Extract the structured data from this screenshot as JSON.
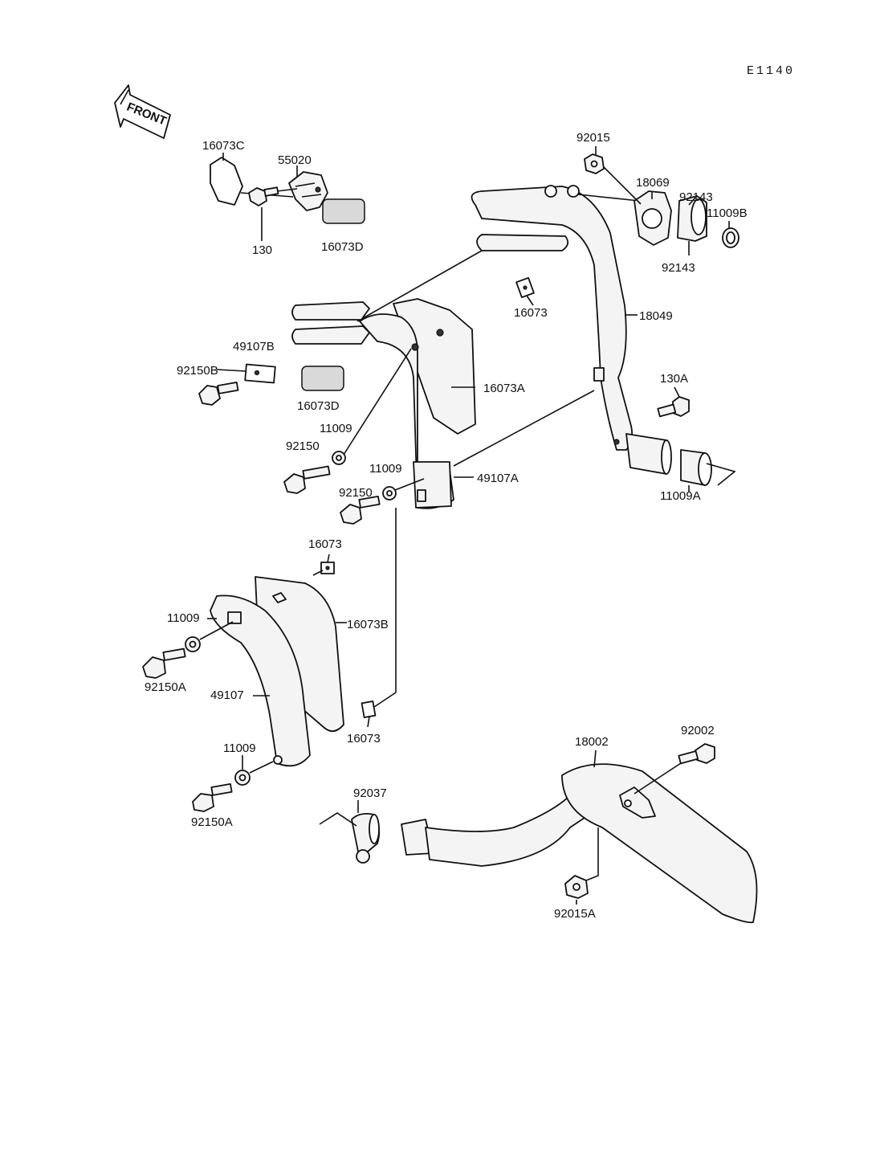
{
  "diagram_code": "E1140",
  "front_label": "FRONT",
  "parts": {
    "p16073C": "16073C",
    "p55020": "55020",
    "p130": "130",
    "p16073D_top": "16073D",
    "p16073D_bottom": "16073D",
    "p49107B": "49107B",
    "p92150B": "92150B",
    "p11009_a": "11009",
    "p92150_a": "92150",
    "p11009_b": "11009",
    "p92150_b": "92150",
    "p16073A": "16073A",
    "p49107A": "49107A",
    "p16073_top": "16073",
    "p18049": "18049",
    "p92015": "92015",
    "p18069": "18069",
    "p92143_top": "92143",
    "p11009B": "11009B",
    "p92143_bottom": "92143",
    "p130A": "130A",
    "p11009A": "11009A",
    "p16073_mid": "16073",
    "p11009_c": "11009",
    "p16073B": "16073B",
    "p92150A_a": "92150A",
    "p49107": "49107",
    "p16073_low": "16073",
    "p11009_d": "11009",
    "p92150A_b": "92150A",
    "p92037": "92037",
    "p18002": "18002",
    "p92002": "92002",
    "p92015A": "92015A"
  }
}
